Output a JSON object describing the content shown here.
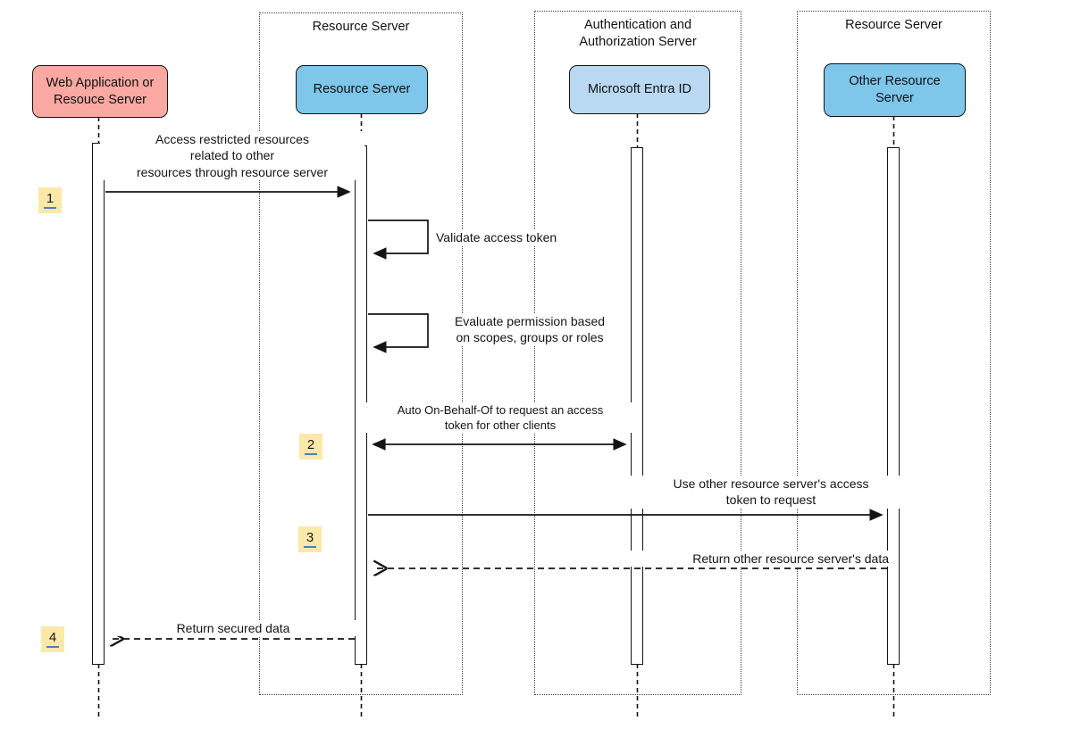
{
  "colors": {
    "actor_pink": "#F9A8A2",
    "actor_blue": "#7EC6EA",
    "actor_light_blue": "#B8D9F1",
    "marker_yellow": "#FCE8A9",
    "marker_underline_blue": "#4a7ec7",
    "line_black": "#141414"
  },
  "groups": {
    "resource_server_1": "Resource Server",
    "auth_server": "Authentication and\nAuthorization Server",
    "resource_server_2": "Resource Server"
  },
  "actors": {
    "web_app": "Web Application or\nResouce Server",
    "resource_server": "Resource Server",
    "entra_id": "Microsoft Entra ID",
    "other_resource_server": "Other Resource\nServer"
  },
  "markers": {
    "step1": "1",
    "step2": "2",
    "step3": "3",
    "step4": "4"
  },
  "messages": {
    "m1": "Access restricted resources\nrelated to other\nresources through resource server",
    "m2": "Validate access token",
    "m3": "Evaluate permission based\non scopes, groups or roles",
    "m4": "Auto On-Behalf-Of to request an access\ntoken for other clients",
    "m5": "Use other resource server's access\ntoken to request",
    "m6": "Return other resource server's data",
    "m7": "Return secured data"
  }
}
